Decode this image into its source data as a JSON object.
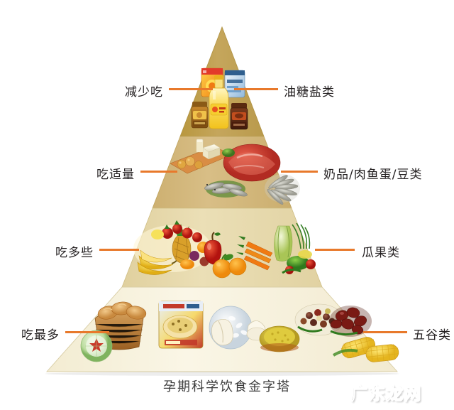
{
  "title": "孕期科学饮食金字塔",
  "watermark": "广东龙网",
  "tiers": [
    {
      "id": "tier-1",
      "left_label": "减少吃",
      "right_label": "油糖盐类",
      "color": "#BF9E52",
      "foods": [
        "膨化零食袋",
        "食用油瓶",
        "调味酱罐",
        "盐包"
      ]
    },
    {
      "id": "tier-2",
      "left_label": "吃适量",
      "right_label": "奶品/肉鱼蛋/豆类",
      "color": "#D2B77C",
      "foods": [
        "豆腐",
        "豆制品",
        "红肉",
        "小鱼干",
        "鱼"
      ]
    },
    {
      "id": "tier-3",
      "left_label": "吃多些",
      "right_label": "瓜果类",
      "color": "#E4D6A8",
      "foods": [
        "香蕉",
        "草莓",
        "菠萝",
        "苹果",
        "橙子",
        "胡萝卜",
        "白菜",
        "青菜",
        "番茄"
      ]
    },
    {
      "id": "tier-4",
      "left_label": "吃最多",
      "right_label": "五谷类",
      "color": "#F6F0D8",
      "foods": [
        "面包",
        "馒头",
        "燕麦片",
        "米饭",
        "馒头卷",
        "小米",
        "红豆杂粮",
        "玉米"
      ]
    }
  ],
  "colors": {
    "connector": "#E8792B",
    "label_text": "#231f20",
    "caption_text": "#3b3b3b",
    "background": "#ffffff",
    "tier_edge": "#B09242"
  }
}
